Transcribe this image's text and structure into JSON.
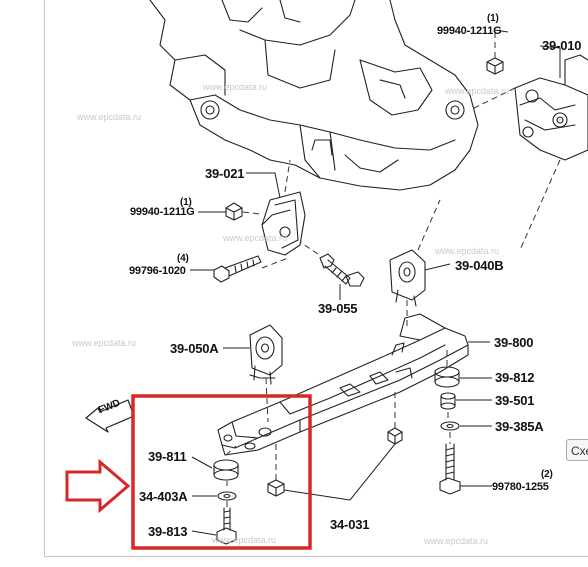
{
  "diagram": {
    "labels": {
      "p39_010": "39-010",
      "p99940_top": "99940-1211G",
      "p99940_top_qty": "(1)",
      "p39_021": "39-021",
      "p99940_mid": "99940-1211G",
      "p99940_mid_qty": "(1)",
      "p99796": "99796-1020",
      "p99796_qty": "(4)",
      "p39_055": "39-055",
      "p39_040b": "39-040B",
      "p39_050a": "39-050A",
      "p39_800": "39-800",
      "p39_812": "39-812",
      "p39_501": "39-501",
      "p39_385a": "39-385A",
      "p99780": "99780-1255",
      "p99780_qty": "(2)",
      "p39_811": "39-811",
      "p34_403a": "34-403A",
      "p39_813": "39-813",
      "p34_031": "34-031",
      "fwd": "FWD"
    },
    "watermark": "www.epcdata.ru",
    "side_tab": "Схе",
    "colors": {
      "highlight": "#d62828",
      "line": "#222222",
      "watermark": "#c9c9c9"
    }
  }
}
